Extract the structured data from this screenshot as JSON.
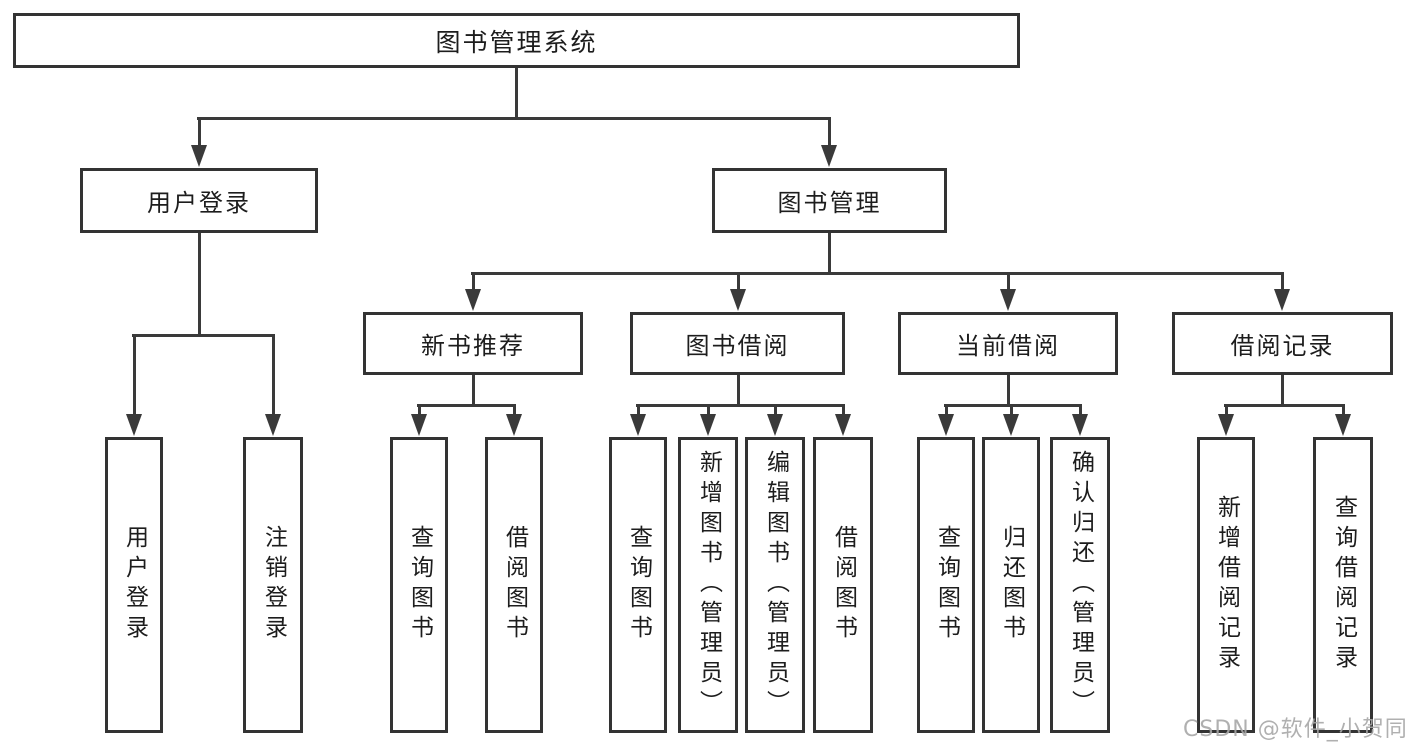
{
  "diagram_title": "图书管理系统",
  "nodes": {
    "root": {
      "label": "图书管理系统"
    },
    "user_login": {
      "label": "用户登录"
    },
    "book_mgmt": {
      "label": "图书管理"
    },
    "login": {
      "label": "用户登录"
    },
    "logout": {
      "label": "注销登录"
    },
    "new_books": {
      "label": "新书推荐"
    },
    "book_borrow": {
      "label": "图书借阅"
    },
    "current_borrow": {
      "label": "当前借阅"
    },
    "borrow_records": {
      "label": "借阅记录"
    },
    "nb_query": {
      "label": "查询图书"
    },
    "nb_borrow": {
      "label": "借阅图书"
    },
    "bb_query": {
      "label": "查询图书"
    },
    "bb_add": {
      "label": "新增图书（管理员）"
    },
    "bb_edit": {
      "label": "编辑图书（管理员）"
    },
    "bb_borrow": {
      "label": "借阅图书"
    },
    "cb_query": {
      "label": "查询图书"
    },
    "cb_return": {
      "label": "归还图书"
    },
    "cb_confirm": {
      "label": "确认归还（管理员）"
    },
    "br_add": {
      "label": "新增借阅记录"
    },
    "br_query": {
      "label": "查询借阅记录"
    }
  },
  "hierarchy": {
    "root": [
      "user_login",
      "book_mgmt"
    ],
    "user_login": [
      "login",
      "logout"
    ],
    "book_mgmt": [
      "new_books",
      "book_borrow",
      "current_borrow",
      "borrow_records"
    ],
    "new_books": [
      "nb_query",
      "nb_borrow"
    ],
    "book_borrow": [
      "bb_query",
      "bb_add",
      "bb_edit",
      "bb_borrow"
    ],
    "current_borrow": [
      "cb_query",
      "cb_return",
      "cb_confirm"
    ],
    "borrow_records": [
      "br_add",
      "br_query"
    ]
  },
  "watermark": "CSDN @软件_小贺同学",
  "colors": {
    "line": "#3a3a3a",
    "border": "#333333",
    "text": "#1d1d1d",
    "watermark": "#a8a8a8",
    "background": "#ffffff"
  }
}
